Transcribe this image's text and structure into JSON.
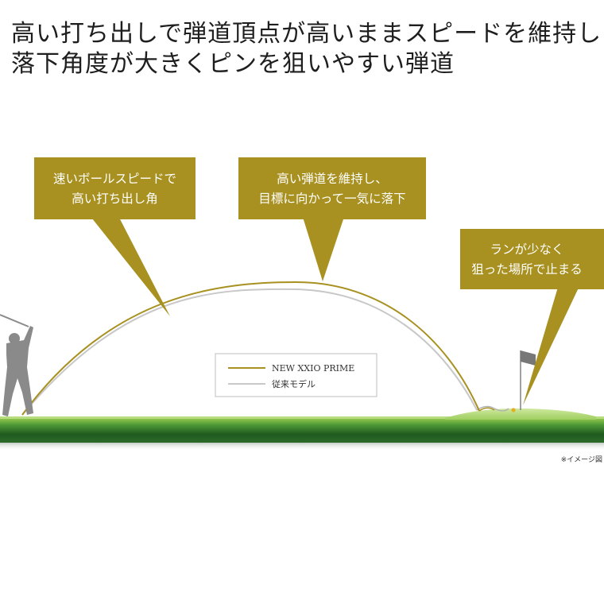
{
  "headline": {
    "line1": "高い打ち出しで弾道頂点が高いままスピードを維持し",
    "line2": "落下角度が大きくピンを狙いやすい弾道"
  },
  "callouts": [
    {
      "line1": "速いボールスピードで",
      "line2": "高い打ち出し角"
    },
    {
      "line1": "高い弾道を維持し、",
      "line2": "目標に向かって一気に落下"
    },
    {
      "line1": "ランが少なく",
      "line2": "狙った場所で止まる"
    }
  ],
  "legend": {
    "new_label": "NEW XXIO PRIME",
    "old_label": "従来モデル"
  },
  "note": "※イメージ図",
  "colors": {
    "gold": "#a89120",
    "trajectory_new": "#a89120",
    "trajectory_old": "#c8c8c8",
    "grass_light": "#8fc54a",
    "grass_dark": "#1f5a1f",
    "golfer": "#8a8a8a",
    "flag": "#777777"
  },
  "icons": [
    "golfer-icon",
    "flag-icon",
    "golf-ball-icon"
  ]
}
